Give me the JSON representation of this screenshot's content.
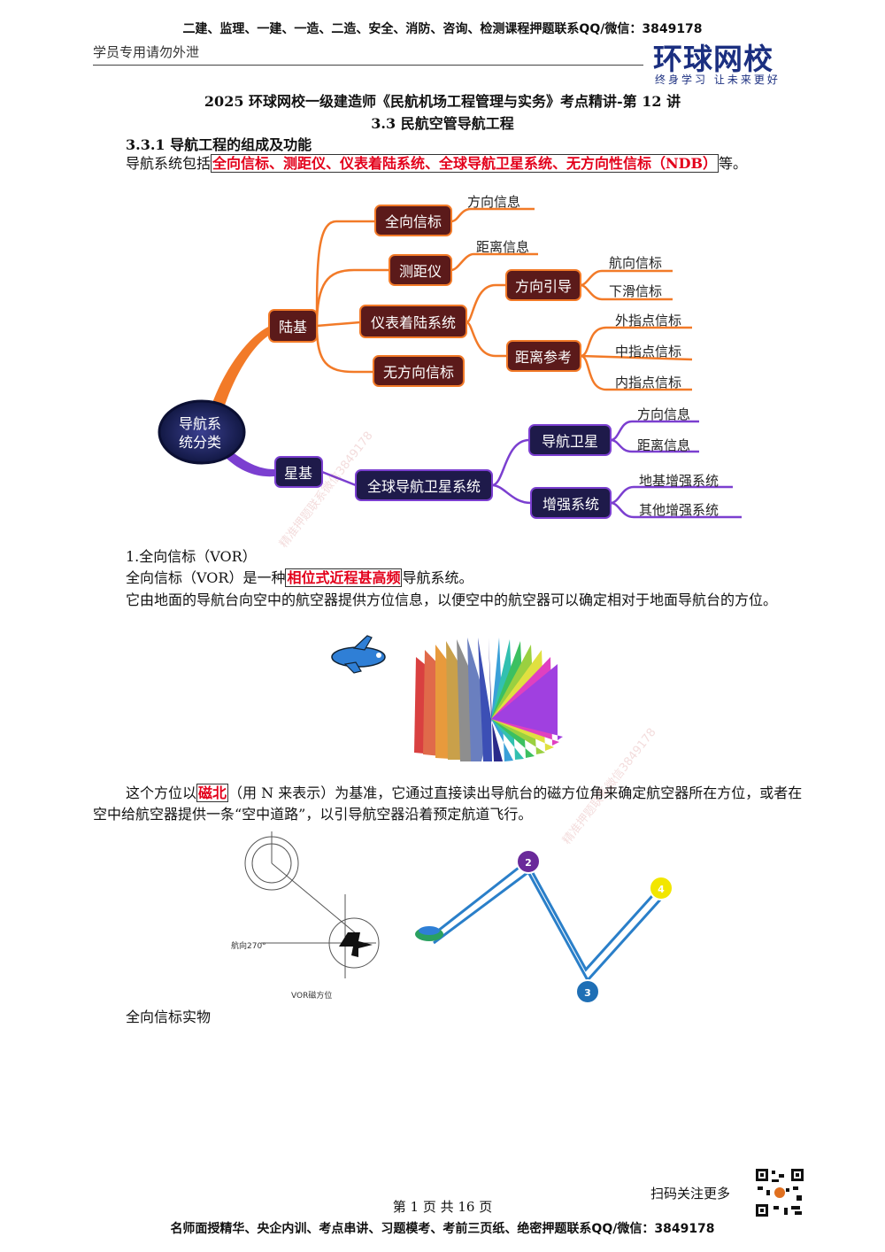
{
  "header": {
    "top_banner": "二建、监理、一建、一造、二造、安全、消防、咨询、检测课程押题联系QQ/微信：3849178",
    "left_note": "学员专用请勿外泄",
    "logo_text": "环球网校",
    "logo_slogan": "终身学习 让未来更好"
  },
  "title": {
    "line1": "2025 环球网校一级建造师《民航机场工程管理与实务》考点精讲-第 12 讲",
    "line2": "3.3 民航空管导航工程"
  },
  "section": {
    "heading": "3.3.1 导航工程的组成及功能",
    "intro_prefix": "导航系统包括",
    "intro_highlight": "全向信标、测距仪、仪表着陆系统、全球导航卫星系统、无方向性信标（NDB）",
    "intro_suffix": "等。"
  },
  "mindmap": {
    "root": "导航系统分类",
    "root_line1": "导航系",
    "root_line2": "统分类",
    "land": "陆基",
    "sat": "星基",
    "vor": "全向信标",
    "vor_leaf": "方向信息",
    "dme": "测距仪",
    "dme_leaf": "距离信息",
    "ils": "仪表着陆系统",
    "ils_dir": "方向引导",
    "ils_dir_leaf1": "航向信标",
    "ils_dir_leaf2": "下滑信标",
    "ils_dist": "距离参考",
    "ils_dist_leaf1": "外指点信标",
    "ils_dist_leaf2": "中指点信标",
    "ils_dist_leaf3": "内指点信标",
    "ndb": "无方向信标",
    "gnss": "全球导航卫星系统",
    "nav_sat": "导航卫星",
    "nav_sat_leaf1": "方向信息",
    "nav_sat_leaf2": "距离信息",
    "aug": "增强系统",
    "aug_leaf1": "地基增强系统",
    "aug_leaf2": "其他增强系统"
  },
  "vor": {
    "item_title": "1.全向信标（VOR）",
    "def_prefix": "全向信标（VOR）是一种",
    "def_highlight": "相位式近程甚高频",
    "def_suffix": "导航系统。",
    "para1": "它由地面的导航台向空中的航空器提供方位信息，以便空中的航空器可以确定相对于地面导航台的方位。",
    "para2_prefix": "这个方位以",
    "para2_highlight": "磁北",
    "para2_suffix": "（用 N 来表示）为基准，它通过直接读出导航台的磁方位角来确定航空器所在方位，或者在空中给航空器提供一条“空中道路”，以引导航空器沿着预定航道飞行。",
    "diagram_heading_label": "航向270°",
    "diagram_caption": "VOR磁方位",
    "route_points": [
      "2",
      "3",
      "4"
    ],
    "photo_caption": "全向信标实物"
  },
  "footer": {
    "scan": "扫码关注更多",
    "page": "第 1 页 共 16 页",
    "bottom_banner": "名师面授精华、央企内训、考点串讲、习题模考、考前三页纸、绝密押题联系QQ/微信：3849178"
  },
  "watermark": {
    "text1": "精准押题联系微信3849178",
    "text2": "精准押题联系微信3849178"
  }
}
